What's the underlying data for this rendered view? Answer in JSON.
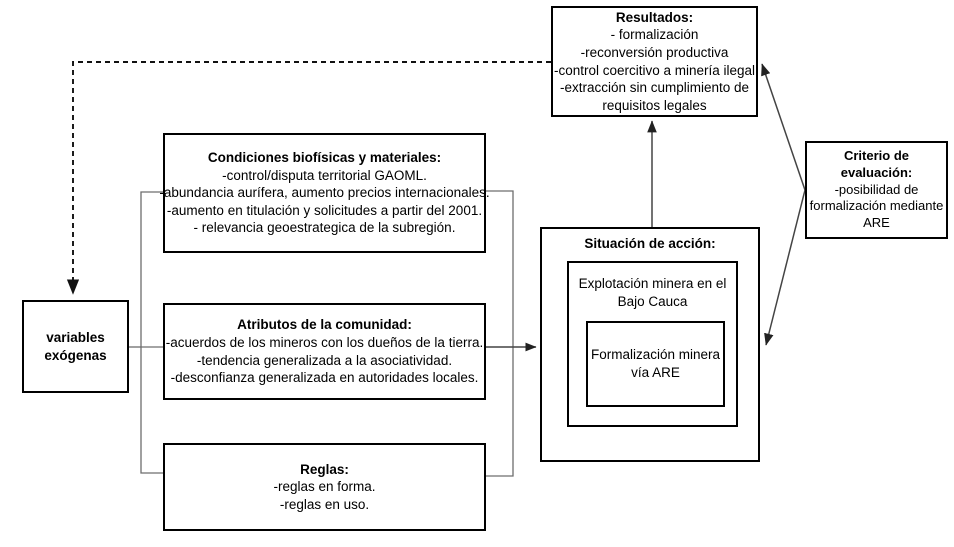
{
  "diagram": {
    "title_context": "Marco de Analisis y Desarrollo Institucional - mineria Bajo Cauca",
    "colors": {
      "stroke": "#000000",
      "background": "#ffffff",
      "wire": "#555555"
    }
  },
  "boxes": {
    "resultados": {
      "title": "Resultados:",
      "lines": [
        "- formalización",
        "-reconversión productiva",
        "-control coercitivo a minería ilegal",
        "-extracción sin cumplimiento de",
        "requisitos legales"
      ]
    },
    "condiciones": {
      "title": "Condiciones biofísicas y materiales:",
      "lines": [
        "-control/disputa territorial GAOML.",
        "-abundancia aurífera, aumento precios internacionales.",
        "-aumento en titulación y solicitudes a partir del 2001.",
        "- relevancia geoestrategica de la subregión."
      ]
    },
    "atributos": {
      "title": "Atributos de la comunidad:",
      "lines": [
        "-acuerdos de los mineros con los dueños de la tierra.",
        "-tendencia generalizada a la asociatividad.",
        "-desconfianza generalizada en autoridades locales."
      ]
    },
    "reglas": {
      "title": "Reglas:",
      "lines": [
        "-reglas en forma.",
        "-reglas en uso."
      ]
    },
    "variables_exogenas": {
      "lines": [
        "variables",
        "exógenas"
      ]
    },
    "criterio": {
      "title_lines": [
        "Criterio de",
        "evaluación:"
      ],
      "lines": [
        "-posibilidad de",
        "formalización mediante",
        "ARE"
      ]
    },
    "situacion": {
      "title": "Situación de acción:",
      "explotacion": {
        "lines": [
          "Explotación minera en el",
          "Bajo Cauca"
        ]
      },
      "formalizacion": {
        "lines": [
          "Formalización minera",
          "vía ARE"
        ]
      }
    }
  },
  "connectors": [
    {
      "name": "resultados-to-variables-feedback",
      "style": "dashed",
      "arrow": "down-into-variables"
    },
    {
      "name": "left-boxes-bus-to-variables",
      "style": "solid-thin",
      "arrow": "none"
    },
    {
      "name": "left-boxes-bus-to-situacion",
      "style": "solid-thin",
      "arrow": "right"
    },
    {
      "name": "situacion-to-resultados",
      "style": "solid-thin",
      "arrow": "up"
    },
    {
      "name": "criterio-to-resultados",
      "style": "solid-thin",
      "arrow": "up-left"
    },
    {
      "name": "criterio-to-situacion",
      "style": "solid-thin",
      "arrow": "down-left"
    }
  ]
}
